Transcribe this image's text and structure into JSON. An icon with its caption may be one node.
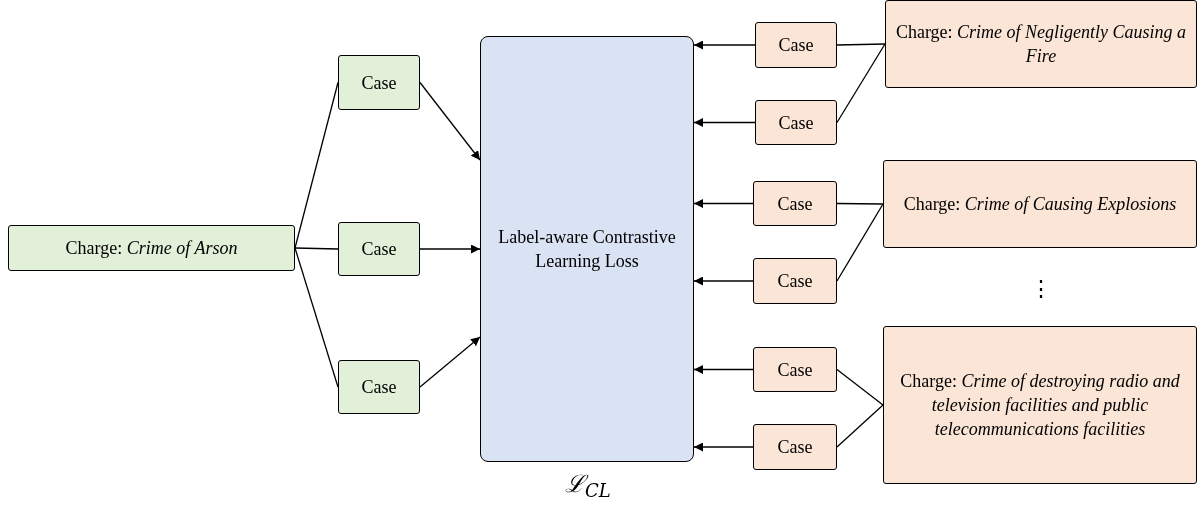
{
  "diagram": {
    "nodes": [
      {
        "text": [
          "Charge: *Crime of Arson*"
        ]
      },
      {
        "text": [
          "Case"
        ]
      },
      {
        "text": [
          "Case"
        ]
      },
      {
        "text": [
          "Case"
        ]
      },
      {
        "text": [
          "Label-aware Contrastive Learning Loss"
        ],
        "beside": [
          "ℒ$_{CL}$"
        ]
      },
      {
        "text": [
          "Charge: *Crime of Negligently Causing a Fire*"
        ]
      },
      {
        "text": [
          "Case"
        ]
      },
      {
        "text": [
          "Case"
        ]
      },
      {
        "text": [
          "Charge: *Crime of Causing Explosions*"
        ]
      },
      {
        "text": [
          "Case"
        ]
      },
      {
        "text": [
          "Case"
        ]
      },
      {
        "text": [
          "Charge: *Crime of destroying radio and television facilities and public telecommunications facilities*"
        ]
      },
      {
        "text": [
          "Case"
        ]
      },
      {
        "text": [
          "Case"
        ]
      }
    ],
    "edges": [
      {
        "from": 0,
        "to": 1,
        "arrow": "none"
      },
      {
        "from": 0,
        "to": 2,
        "arrow": "none"
      },
      {
        "from": 0,
        "to": 3,
        "arrow": "none"
      },
      {
        "from": 1,
        "to": 4,
        "arrow": "to"
      },
      {
        "from": 2,
        "to": 4,
        "arrow": "to"
      },
      {
        "from": 3,
        "to": 4,
        "arrow": "to"
      },
      {
        "from": 5,
        "to": 6,
        "arrow": "none"
      },
      {
        "from": 5,
        "to": 7,
        "arrow": "none"
      },
      {
        "from": 6,
        "to": 4,
        "arrow": "to"
      },
      {
        "from": 7,
        "to": 4,
        "arrow": "to"
      },
      {
        "from": 8,
        "to": 9,
        "arrow": "none"
      },
      {
        "from": 8,
        "to": 10,
        "arrow": "none"
      },
      {
        "from": 9,
        "to": 4,
        "arrow": "to"
      },
      {
        "from": 10,
        "to": 4,
        "arrow": "to"
      },
      {
        "from": 11,
        "to": 12,
        "arrow": "none"
      },
      {
        "from": 11,
        "to": 13,
        "arrow": "none"
      },
      {
        "from": 12,
        "to": 4,
        "arrow": "to"
      },
      {
        "from": 13,
        "to": 4,
        "arrow": "to"
      }
    ],
    "labels": [
      "⋮"
    ]
  }
}
